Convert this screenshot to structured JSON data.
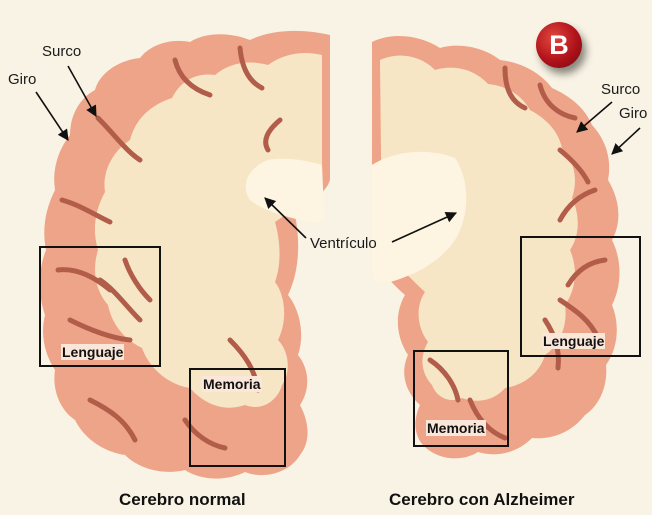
{
  "badge": "B",
  "left_brain": {
    "surco": "Surco",
    "giro": "Giro",
    "box_language": "Lenguaje",
    "box_memory": "Memoria",
    "caption": "Cerebro normal"
  },
  "center": {
    "ventricle": "Ventrículo"
  },
  "right_brain": {
    "surco": "Surco",
    "giro": "Giro",
    "box_language": "Lenguaje",
    "box_memory": "Memoria",
    "caption": "Cerebro con Alzheimer"
  },
  "colors": {
    "background": "#f8f3e4",
    "cortex": "#eea488",
    "white_matter": "#f7e6c6",
    "sulcus": "#b25c4a",
    "badge": "#b0121a"
  }
}
